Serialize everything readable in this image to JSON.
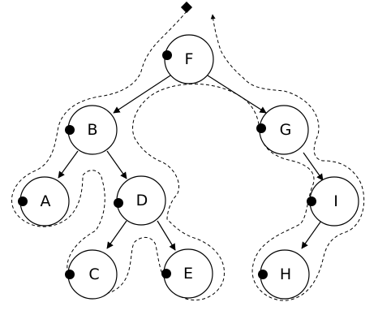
{
  "diagram": {
    "nodes": [
      {
        "id": "F",
        "label": "F"
      },
      {
        "id": "B",
        "label": "B"
      },
      {
        "id": "G",
        "label": "G"
      },
      {
        "id": "A",
        "label": "A"
      },
      {
        "id": "D",
        "label": "D"
      },
      {
        "id": "I",
        "label": "I"
      },
      {
        "id": "C",
        "label": "C"
      },
      {
        "id": "E",
        "label": "E"
      },
      {
        "id": "H",
        "label": "H"
      }
    ],
    "edges": [
      {
        "from": "F",
        "to": "B"
      },
      {
        "from": "F",
        "to": "G"
      },
      {
        "from": "B",
        "to": "A"
      },
      {
        "from": "B",
        "to": "D"
      },
      {
        "from": "D",
        "to": "C"
      },
      {
        "from": "D",
        "to": "E"
      },
      {
        "from": "G",
        "to": "I"
      },
      {
        "from": "I",
        "to": "H"
      }
    ],
    "colors": {
      "stroke": "#000000",
      "fill": "#ffffff",
      "background": "#ffffff"
    }
  }
}
